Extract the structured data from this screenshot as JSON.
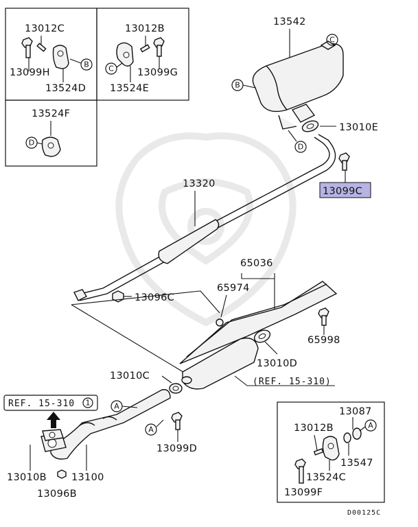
{
  "highlight_color": "#b7b3e3",
  "inset_parts": {
    "top_left_1": [
      "13012C",
      "13099H",
      "13524D"
    ],
    "top_left_2": [
      "13012B",
      "13099G",
      "13524E"
    ],
    "mid_left": "13524F",
    "bottom_right": [
      "13087",
      "13012B",
      "13547",
      "13524C",
      "13099F"
    ]
  },
  "callouts": {
    "muffler": "13542",
    "muffler_gasket": "13010E",
    "muffler_bolt": "13099C",
    "center_pipe": "13320",
    "center_nut": "13096C",
    "heat_protector": "65036",
    "clip": "65974",
    "protector_bolt": "65998",
    "gasket_d": "13010D",
    "gasket_c": "13010C",
    "front_pipe": "13100",
    "front_bolt": "13099D",
    "front_gasket": "13010B",
    "front_nut": "13096B"
  },
  "references": {
    "ref_1": "REF. 15-310",
    "ref_1_circle": "1",
    "ref_2": "(REF. 15-310)"
  },
  "markers": {
    "a": "A",
    "b": "B",
    "c": "C",
    "d": "D"
  },
  "figure_code": "D00125C"
}
